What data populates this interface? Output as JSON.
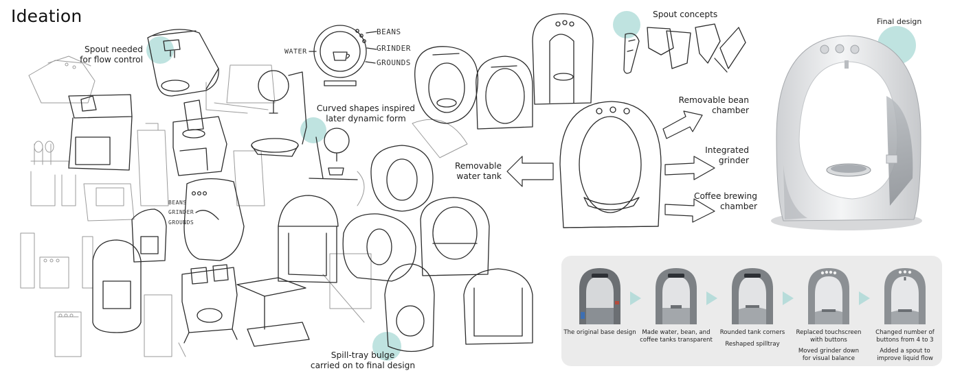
{
  "header": {
    "title": "Ideation"
  },
  "annotations": {
    "spout_needed": [
      "Spout needed",
      "for flow control"
    ],
    "curved_shapes": [
      "Curved shapes inspired",
      "later dynamic form"
    ],
    "spill_tray": [
      "Spill-tray bulge",
      "carried on to final design"
    ],
    "spout_concepts": "Spout concepts",
    "final_design": "Final design",
    "removable_water_tank": [
      "Removable",
      "water tank"
    ],
    "removable_bean_chamber": [
      "Removable bean",
      "chamber"
    ],
    "integrated_grinder": [
      "Integrated",
      "grinder"
    ],
    "coffee_brewing_chamber": [
      "Coffee brewing",
      "chamber"
    ]
  },
  "sketch_labels": {
    "water": "WATER",
    "beans": "BEANS",
    "grinder": "GRINDER",
    "grounds": "GROUNDS",
    "beans_small": "BEANS",
    "grinder_small": "GRINDER",
    "grounds_small": "GROUNDS"
  },
  "evolution": {
    "steps": [
      {
        "caption": [
          "The original base design"
        ],
        "note": []
      },
      {
        "caption": [
          "Made water, bean, and",
          "coffee tanks transparent"
        ],
        "note": []
      },
      {
        "caption": [
          "Rounded tank corners"
        ],
        "note": [
          "Reshaped spilltray"
        ]
      },
      {
        "caption": [
          "Replaced touchscreen",
          "with buttons"
        ],
        "note": [
          "Moved grinder down",
          "for visual balance"
        ]
      },
      {
        "caption": [
          "Changed number of",
          "buttons from 4 to 3"
        ],
        "note": [
          "Added a spout to",
          "improve liquid flow"
        ]
      }
    ]
  },
  "colors": {
    "highlight": "#bfe3e0",
    "panel": "#ebebeb",
    "arrow_fill": "#d9ecea",
    "sketch_line": "#2a2a2a",
    "render_body": "#e9eaec"
  }
}
